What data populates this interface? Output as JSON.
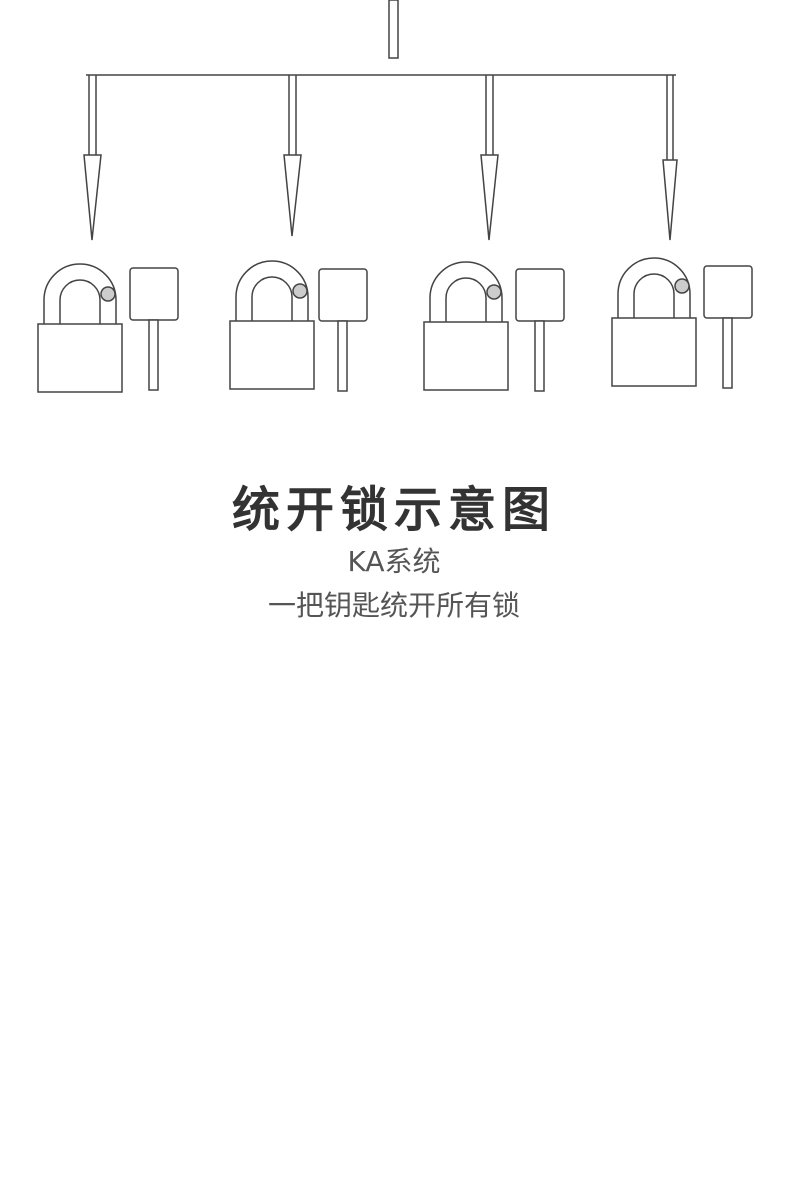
{
  "title": "统开锁示意图",
  "subtitle_line1": "KA系统",
  "subtitle_line2": "一把钥匙统开所有锁",
  "colors": {
    "line": "#444444",
    "title": "#333333",
    "sub": "#555555",
    "hatch": "#888888"
  }
}
